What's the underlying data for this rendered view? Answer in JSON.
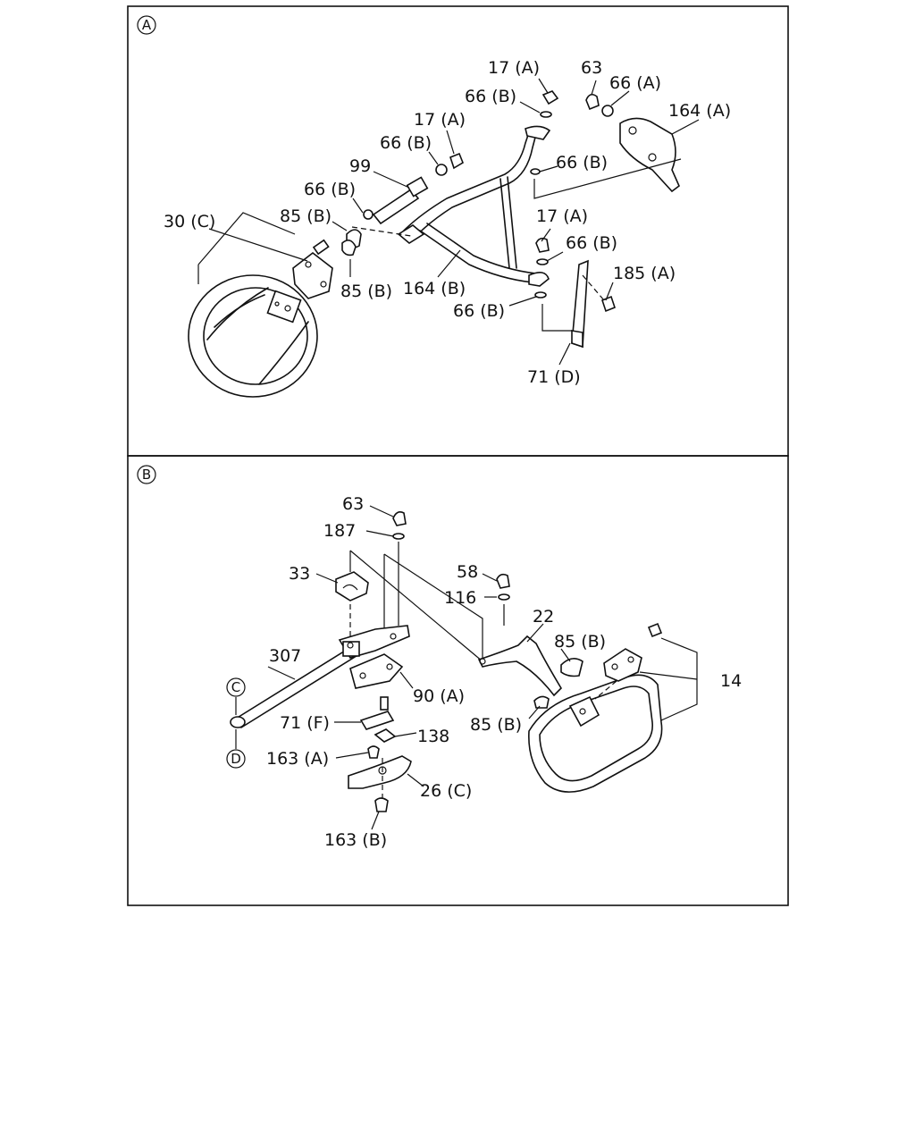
{
  "panel_a": {
    "marker": "A",
    "labels": {
      "l17a_top": "17 (A)",
      "l63": "63",
      "l66a": "66 (A)",
      "l66b_top": "66 (B)",
      "l164a": "164 (A)",
      "l17a_mid": "17 (A)",
      "l66b_mid": "66 (B)",
      "l66b_right": "66 (B)",
      "l99": "99",
      "l66b_left": "66 (B)",
      "l30c": "30 (C)",
      "l85b_top": "85 (B)",
      "l17a_low": "17 (A)",
      "l66b_low": "66 (B)",
      "l185a": "185 (A)",
      "l85b_bot": "85 (B)",
      "l164b": "164 (B)",
      "l66b_bot": "66 (B)",
      "l71d": "71 (D)"
    }
  },
  "panel_b": {
    "marker": "B",
    "labels": {
      "l63": "63",
      "l187": "187",
      "l33": "33",
      "l58": "58",
      "l116": "116",
      "l22": "22",
      "l85b_top": "85 (B)",
      "l307": "307",
      "l14": "14",
      "lc": "C",
      "l90a": "90 (A)",
      "l71f": "71 (F)",
      "l85b_bot": "85 (B)",
      "l138": "138",
      "ld": "D",
      "l163a": "163 (A)",
      "l26c": "26 (C)",
      "l163b": "163 (B)"
    }
  }
}
